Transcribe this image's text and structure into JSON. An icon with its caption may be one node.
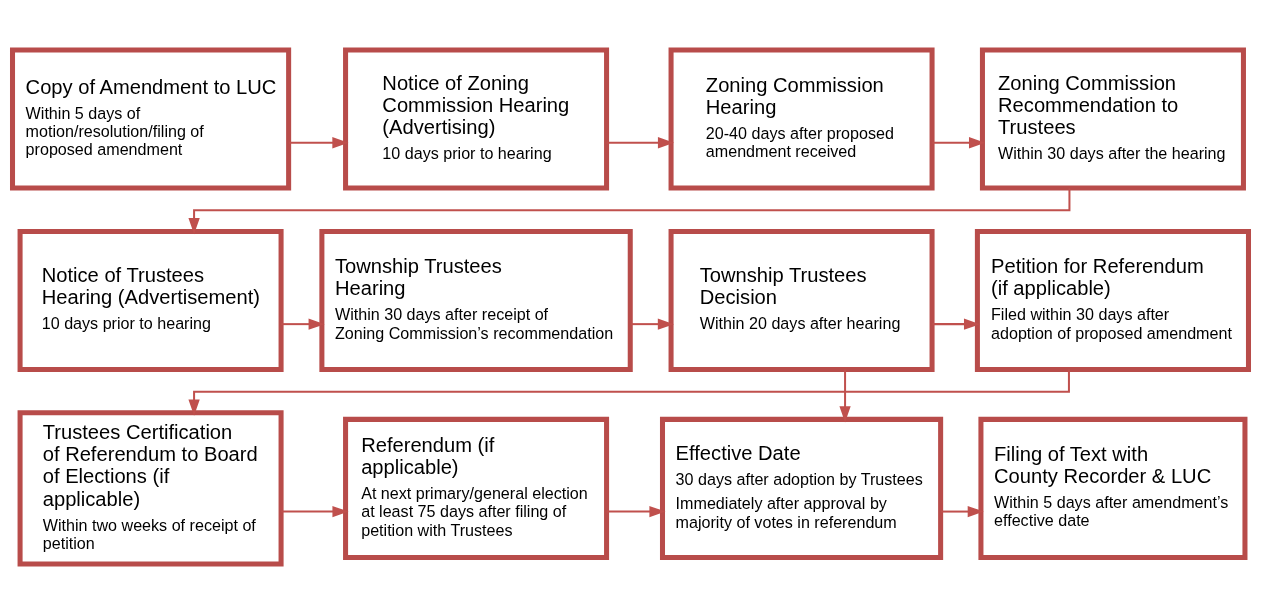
{
  "diagram": {
    "nodes": [
      {
        "text": [
          "Copy of Amendment to LUC",
          "Within 5 days of motion/resolution/filing of proposed amendment"
        ]
      },
      {
        "text": [
          "Notice of Zoning Commission Hearing (Advertising)",
          "10 days prior to hearing"
        ]
      },
      {
        "text": [
          "Zoning Commission Hearing",
          "20-40 days after proposed amendment received"
        ]
      },
      {
        "text": [
          "Zoning Commission Recommendation to Trustees",
          "Within 30 days after the hearing"
        ]
      },
      {
        "text": [
          "Notice of Trustees Hearing (Advertisement)",
          "10 days prior to hearing"
        ]
      },
      {
        "text": [
          "Township Trustees Hearing",
          "Within 30 days after receipt of Zoning Commission’s recommendation"
        ]
      },
      {
        "text": [
          "Township Trustees Decision",
          "Within 20 days after hearing"
        ]
      },
      {
        "text": [
          "Petition for Referendum (if applicable)",
          "Filed within 30 days after adoption of proposed amendment"
        ]
      },
      {
        "text": [
          "Trustees Certification of Referendum to Board of Elections (if applicable)",
          "Within two weeks of receipt of petition"
        ]
      },
      {
        "text": [
          "Referendum (if applicable)",
          "At next primary/general election at least 75 days after filing of petition with Trustees"
        ]
      },
      {
        "text": [
          "Effective Date",
          "30 days after adoption by Trustees",
          "Immediately after approval by majority of votes in referendum"
        ]
      },
      {
        "text": [
          "Filing of Text with County Recorder & LUC",
          "Within 5 days after amendment’s effective date"
        ]
      }
    ],
    "edges": [
      {
        "from": 0,
        "to": 1,
        "arrow": "to"
      },
      {
        "from": 1,
        "to": 2,
        "arrow": "to"
      },
      {
        "from": 2,
        "to": 3,
        "arrow": "to"
      },
      {
        "from": 3,
        "to": 4,
        "arrow": "to"
      },
      {
        "from": 4,
        "to": 5,
        "arrow": "to"
      },
      {
        "from": 5,
        "to": 6,
        "arrow": "to"
      },
      {
        "from": 6,
        "to": 7,
        "arrow": "to"
      },
      {
        "from": 7,
        "to": 8,
        "arrow": "to"
      },
      {
        "from": 6,
        "to": 10,
        "arrow": "to"
      },
      {
        "from": 8,
        "to": 9,
        "arrow": "to"
      },
      {
        "from": 9,
        "to": 10,
        "arrow": "to"
      },
      {
        "from": 10,
        "to": 11,
        "arrow": "to"
      }
    ]
  }
}
